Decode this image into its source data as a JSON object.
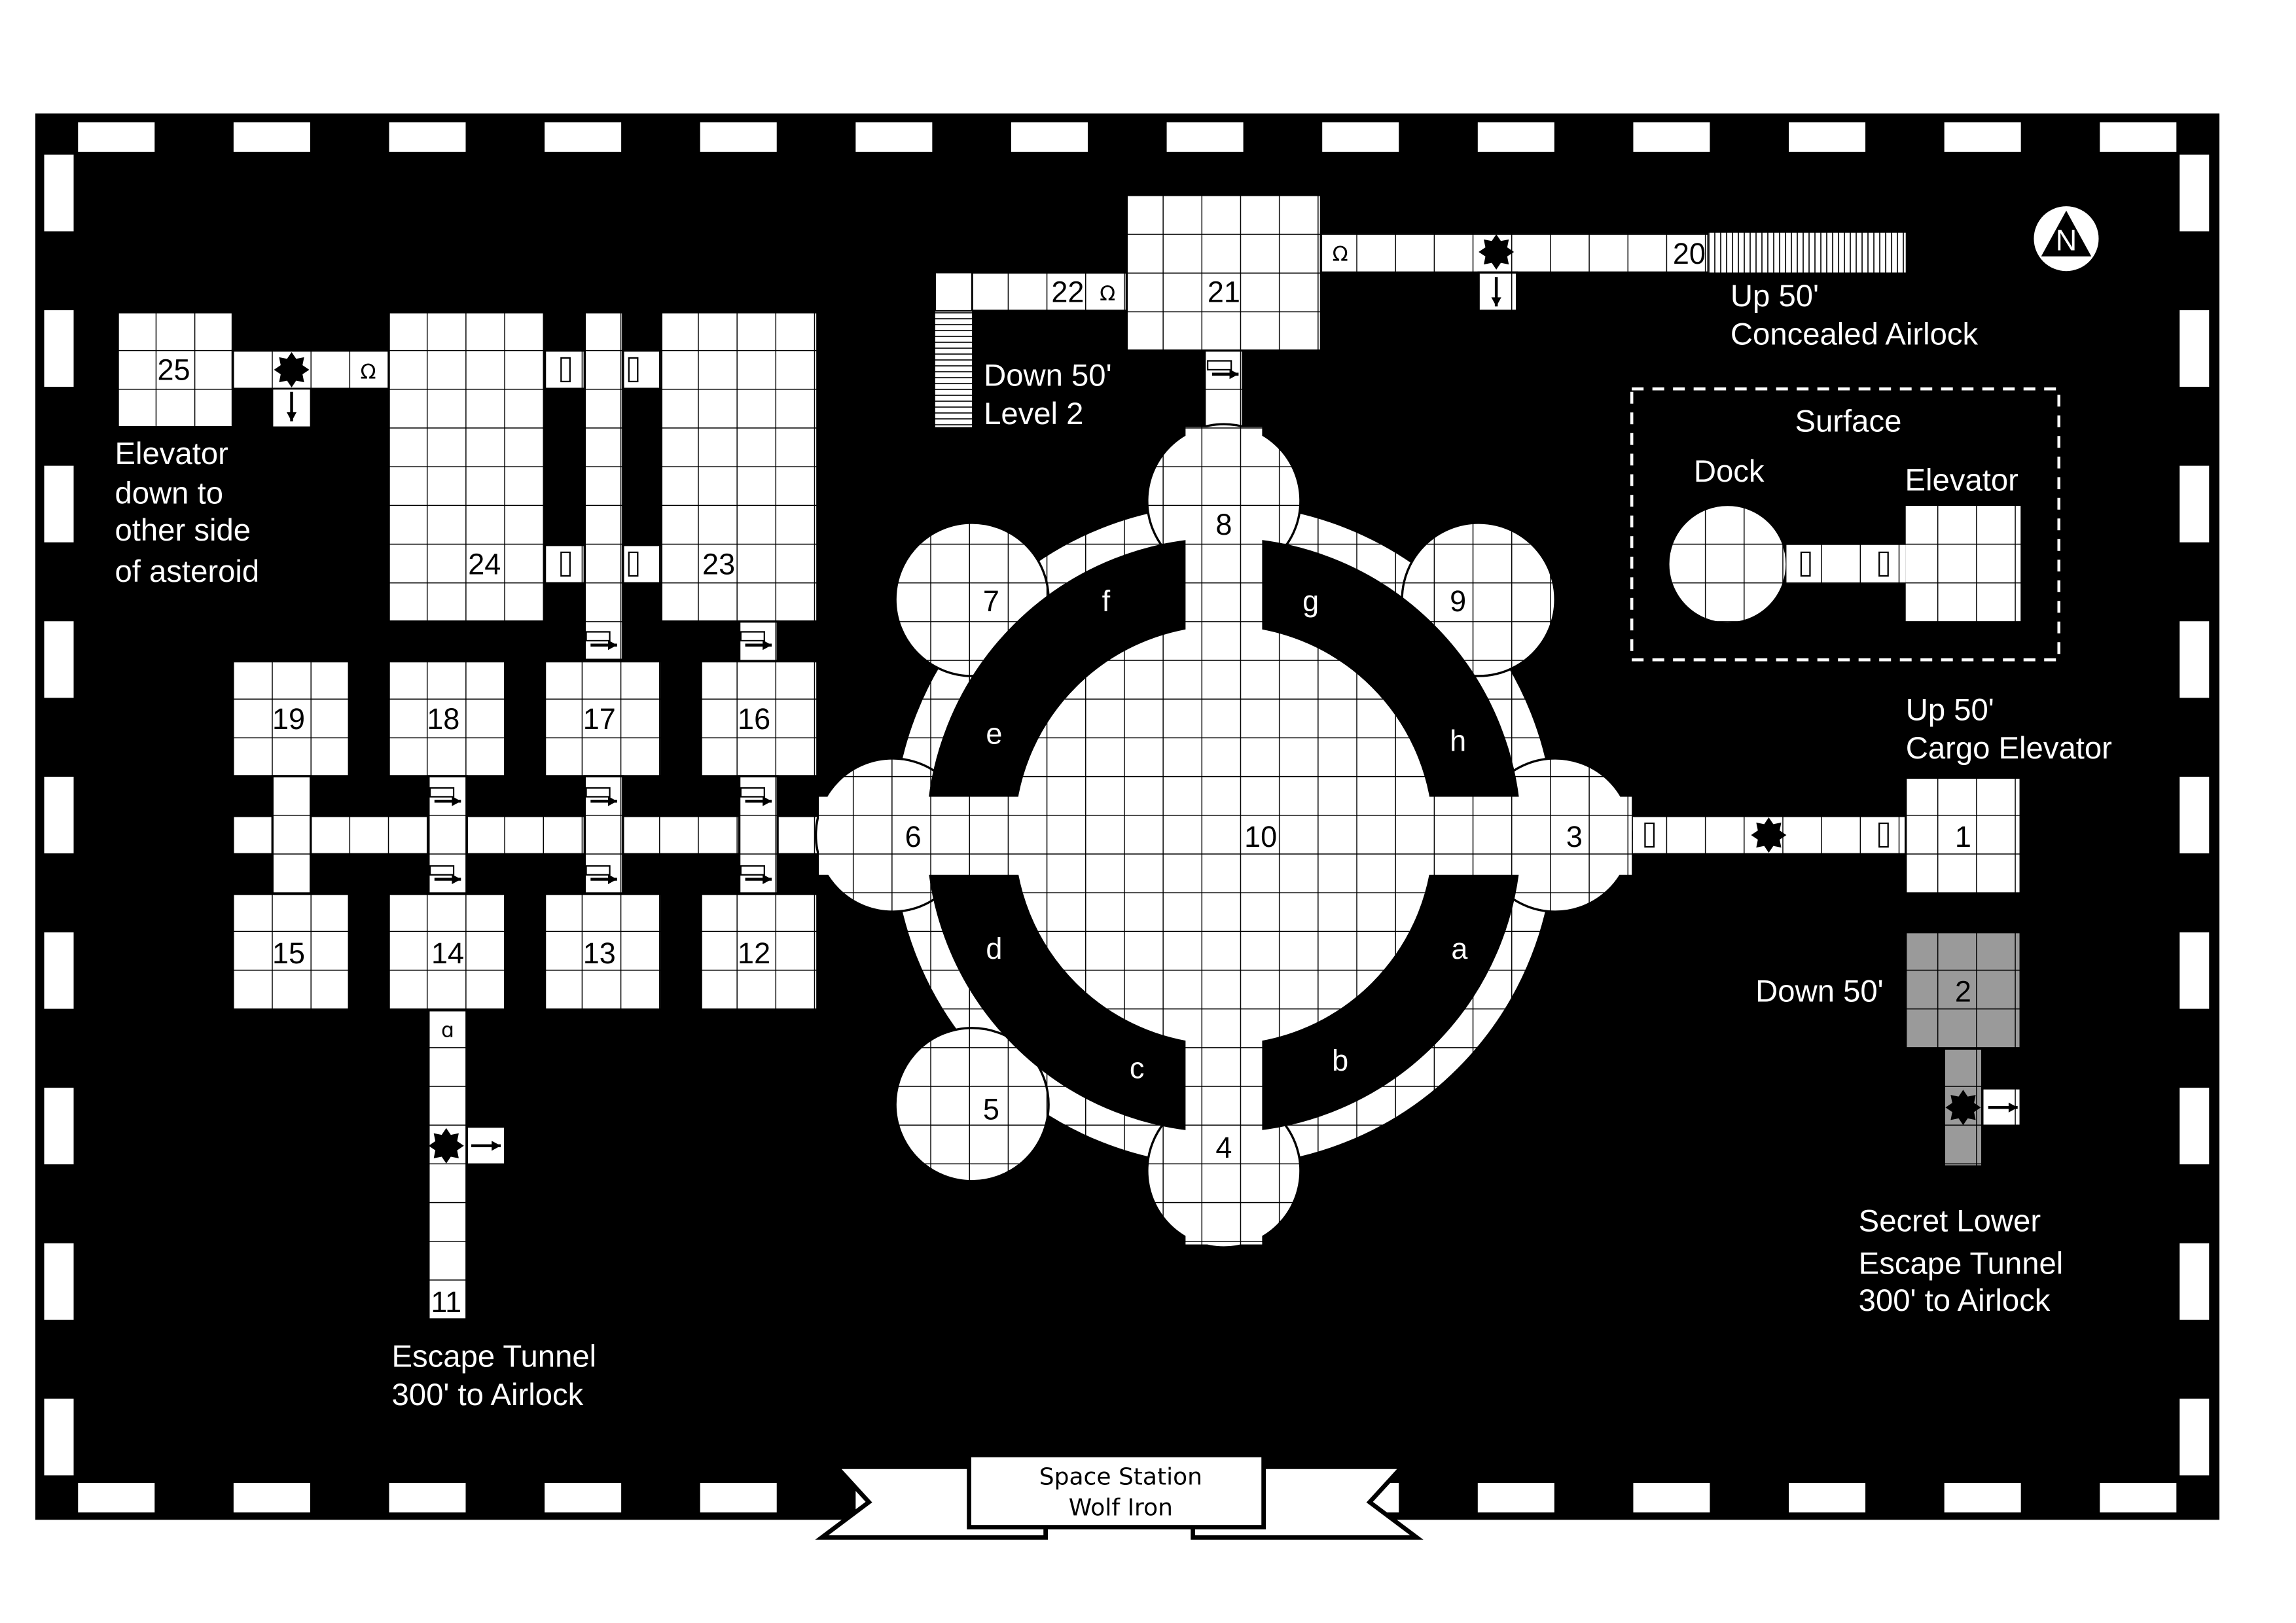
{
  "title": {
    "line1": "Space Station",
    "line2": "Wolf Iron"
  },
  "compass": "N",
  "rooms": {
    "r1": "1",
    "r2": "2",
    "r3": "3",
    "r4": "4",
    "r5": "5",
    "r6": "6",
    "r7": "7",
    "r8": "8",
    "r9": "9",
    "r10": "10",
    "r11": "11",
    "r12": "12",
    "r13": "13",
    "r14": "14",
    "r15": "15",
    "r16": "16",
    "r17": "17",
    "r18": "18",
    "r19": "19",
    "r20": "20",
    "r21": "21",
    "r22": "22",
    "r23": "23",
    "r24": "24",
    "r25": "25"
  },
  "sections": {
    "a": "a",
    "b": "b",
    "c": "c",
    "d": "d",
    "e": "e",
    "f": "f",
    "g": "g",
    "h": "h"
  },
  "notes": {
    "elevator_asteroid": [
      "Elevator",
      "down to",
      "other side",
      "of asteroid"
    ],
    "down_level2": [
      "Down 50'",
      "Level 2"
    ],
    "concealed_airlock": [
      "Up 50'",
      "Concealed Airlock"
    ],
    "surface": {
      "title": "Surface",
      "dock": "Dock",
      "elevator": "Elevator"
    },
    "cargo_elevator": [
      "Up 50'",
      "Cargo Elevator"
    ],
    "down_50": "Down 50'",
    "secret_tunnel": [
      "Secret Lower",
      "Escape Tunnel",
      "300' to Airlock"
    ],
    "escape_tunnel": [
      "Escape Tunnel",
      "300' to Airlock"
    ]
  },
  "colors": {
    "frame": "#000000",
    "floor": "#ffffff",
    "secret": "#9a9a9a"
  }
}
